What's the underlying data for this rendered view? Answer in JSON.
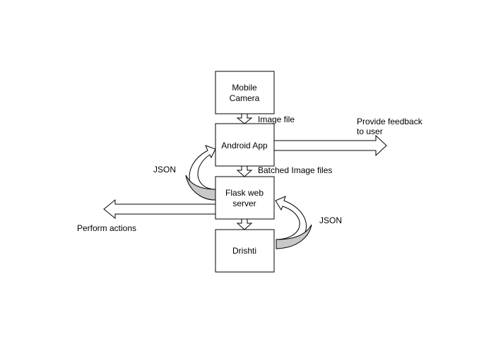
{
  "nodes": {
    "camera": {
      "line1": "Mobile",
      "line2": "Camera"
    },
    "android": {
      "label": "Android App"
    },
    "flask": {
      "line1": "Flask web",
      "line2": "server"
    },
    "drishti": {
      "label": "Drishti"
    }
  },
  "edges": {
    "image_file": "Image file",
    "feedback_line1": "Provide feedback",
    "feedback_line2": "to user",
    "json_left": "JSON",
    "batched": "Batched Image files",
    "perform": "Perform actions",
    "json_right": "JSON"
  },
  "colors": {
    "stroke": "#000000",
    "arrow_fill": "#ffffff",
    "curved_arrow_shade": "#c8c8c8"
  }
}
